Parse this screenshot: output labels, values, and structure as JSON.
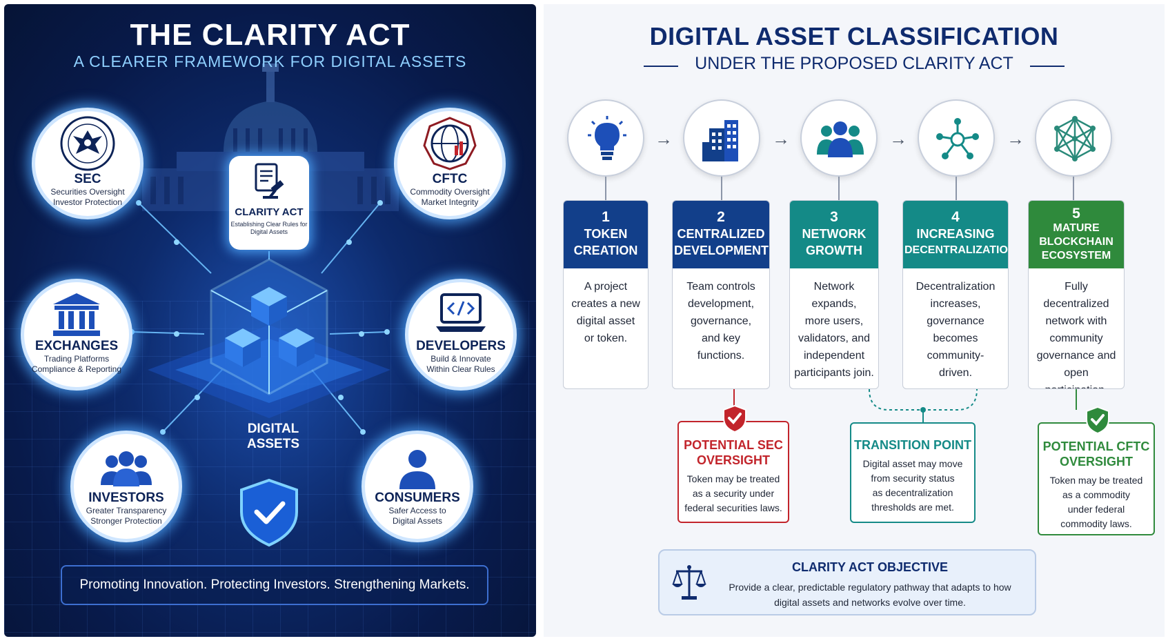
{
  "left_panel": {
    "title": "THE CLARITY ACT",
    "subtitle": "A CLEARER FRAMEWORK FOR DIGITAL ASSETS",
    "center": {
      "title": "CLARITY ACT",
      "desc": "Establishing Clear Rules for Digital Assets",
      "icon": "document-gavel-icon"
    },
    "hub_label": "DIGITAL ASSETS",
    "nodes": {
      "sec": {
        "title": "SEC",
        "line1": "Securities Oversight",
        "line2": "Investor Protection",
        "icon": "sec-seal-icon"
      },
      "cftc": {
        "title": "CFTC",
        "line1": "Commodity Oversight",
        "line2": "Market Integrity",
        "icon": "cftc-seal-icon"
      },
      "exchanges": {
        "title": "EXCHANGES",
        "line1": "Trading Platforms",
        "line2": "Compliance & Reporting",
        "icon": "bank-building-icon"
      },
      "developers": {
        "title": "DEVELOPERS",
        "line1": "Build & Innovate",
        "line2": "Within Clear Rules",
        "icon": "code-laptop-icon"
      },
      "investors": {
        "title": "INVESTORS",
        "line1": "Greater Transparency",
        "line2": "Stronger Protection",
        "icon": "people-group-icon"
      },
      "consumers": {
        "title": "CONSUMERS",
        "line1": "Safer Access to",
        "line2": "Digital Assets",
        "icon": "person-icon"
      }
    },
    "slogan": "Promoting Innovation. Protecting Investors. Strengthening Markets."
  },
  "right_panel": {
    "title": "DIGITAL ASSET CLASSIFICATION",
    "subtitle": "UNDER THE PROPOSED CLARITY ACT",
    "stages": [
      {
        "num": "1",
        "label1": "TOKEN",
        "label2": "CREATION",
        "color": "#123f8a",
        "icon": "lightbulb-icon",
        "text": [
          "A project",
          "creates a new",
          "digital asset",
          "or token."
        ]
      },
      {
        "num": "2",
        "label1": "CENTRALIZED",
        "label2": "DEVELOPMENT",
        "color": "#123f8a",
        "icon": "office-building-icon",
        "text": [
          "Team controls",
          "development,",
          "governance,",
          "and key",
          "functions."
        ]
      },
      {
        "num": "3",
        "label1": "NETWORK",
        "label2": "GROWTH",
        "color": "#148a87",
        "icon": "team-icon",
        "text": [
          "Network expands,",
          "more users,",
          "validators, and",
          "independent",
          "participants join."
        ]
      },
      {
        "num": "4",
        "label1": "INCREASING",
        "label2": "DECENTRALIZATION",
        "color": "#148a87",
        "icon": "network-nodes-icon",
        "text": [
          "Decentralization",
          "increases,",
          "governance",
          "becomes community-",
          "driven."
        ]
      },
      {
        "num": "5",
        "label1": "MATURE",
        "label2": "BLOCKCHAIN",
        "label3": "ECOSYSTEM",
        "color": "#2f8a3c",
        "icon": "mesh-network-icon",
        "text": [
          "Fully decentralized",
          "network with",
          "community",
          "governance and",
          "open participation."
        ]
      }
    ],
    "sec_box": {
      "title1": "POTENTIAL SEC",
      "title2": "OVERSIGHT",
      "color": "#c2242b",
      "text": [
        "Token may be treated",
        "as a security under",
        "federal securities laws."
      ],
      "icon": "shield-check-icon"
    },
    "transition_box": {
      "title": "TRANSITION POINT",
      "color": "#148a87",
      "text": [
        "Digital asset may move",
        "from security status",
        "as decentralization",
        "thresholds are met."
      ]
    },
    "cftc_box": {
      "title1": "POTENTIAL CFTC",
      "title2": "OVERSIGHT",
      "color": "#2f8a3c",
      "text": [
        "Token may be treated",
        "as a commodity",
        "under federal",
        "commodity laws."
      ],
      "icon": "shield-check-icon"
    },
    "objective": {
      "title": "CLARITY ACT OBJECTIVE",
      "line1": "Provide a clear, predictable regulatory pathway that adapts to how",
      "line2": "digital assets and networks evolve over time.",
      "icon": "scales-icon"
    }
  }
}
